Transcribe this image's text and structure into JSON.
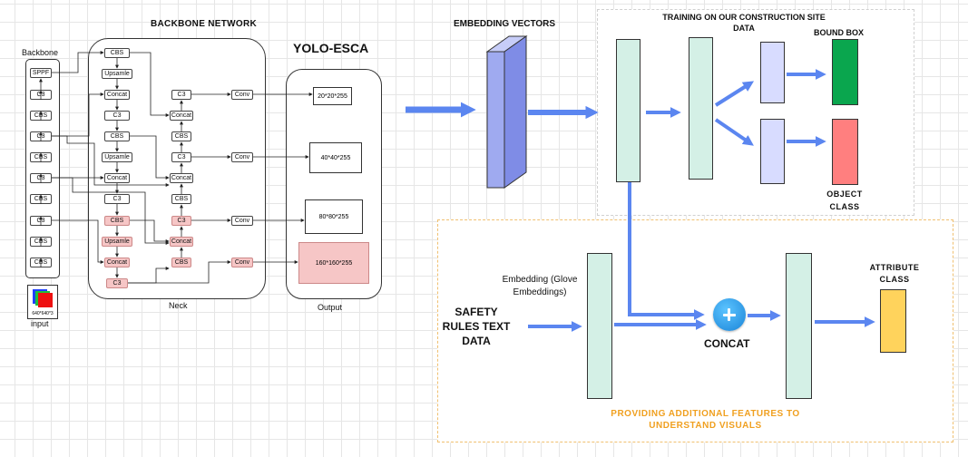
{
  "backbone_title": "BACKBONE NETWORK",
  "yolo_title": "YOLO-ESCA",
  "backbone_label": "Backbone",
  "input_size": "640*640*3",
  "input_label": "input",
  "neck_label": "Neck",
  "output_label": "Output",
  "backbone_nodes": [
    "SPPF",
    "C3",
    "CBS",
    "C3",
    "CBS",
    "C3",
    "CBS",
    "C3",
    "CBS",
    "CBS"
  ],
  "neck_left_nodes": [
    "CBS",
    "Upsamle",
    "Concat",
    "C3",
    "CBS",
    "Upsamle",
    "Concat",
    "C3",
    "CBS",
    "Upsamle",
    "Concat",
    "C3"
  ],
  "neck_right_nodes": [
    "C3",
    "Concat",
    "CBS",
    "C3",
    "Concat",
    "CBS",
    "C3",
    "Concat",
    "CBS"
  ],
  "conv_label": "Conv",
  "outputs": [
    "20*20*255",
    "40*40*255",
    "80*80*255",
    "160*160*255"
  ],
  "embedding_vectors": "EMBEDDING VECTORS",
  "training_title_line1": "TRAINING ON OUR CONSTRUCTION SITE",
  "training_title_line2": "DATA",
  "bound_box": "BOUND BOX",
  "object_class_line1": "OBJECT",
  "object_class_line2": "CLASS",
  "embedding_glove_line1": "Embedding (Glove",
  "embedding_glove_line2": "Embeddings)",
  "safety_line1": "SAFETY",
  "safety_line2": "RULES TEXT",
  "safety_line3": "DATA",
  "concat_label": "CONCAT",
  "attribute_line1": "ATTRIBUTE",
  "attribute_line2": "CLASS",
  "providing_line1": "PROVIDING ADDITIONAL FEATURES TO",
  "providing_line2": "UNDERSTAND VISUALS",
  "colors": {
    "arrow_blue": "#5b86f0",
    "teal": "#d4f0e6",
    "lavender": "#d8dcff",
    "embedding_bar": "#9faaf0",
    "green": "#0aa64e",
    "red": "#ff7f7f",
    "yellow": "#ffd35c",
    "pink": "#f6c6c6",
    "orange_text": "#f0a020",
    "plus_blue": "#2aa0e8"
  }
}
